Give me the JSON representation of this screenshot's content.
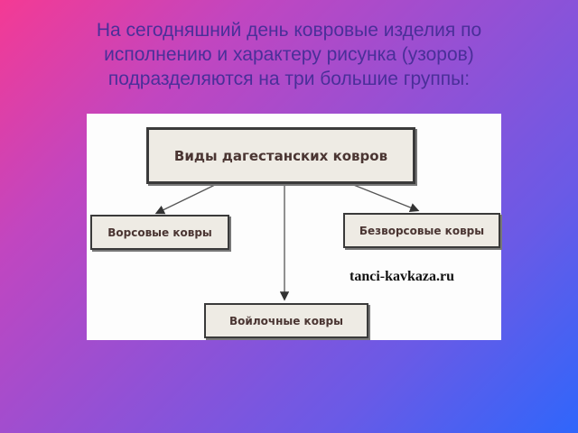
{
  "slide": {
    "title_lines": [
      "На сегодняшний день ковровые изделия по",
      "исполнению и характеру рисунка (узоров)",
      "подразделяются на три большие группы:"
    ],
    "colors": {
      "title_text": "#4a2f99",
      "gradient_start": "#f43a94",
      "gradient_end": "#2f66fb"
    }
  },
  "diagram": {
    "root": "Виды дагестанских ковров",
    "children": [
      {
        "label": "Ворсовые ковры",
        "position": "left"
      },
      {
        "label": "Безворсовые ковры",
        "position": "right"
      },
      {
        "label": "Войлочные ковры",
        "position": "bottom"
      }
    ],
    "watermark": "tanci-kavkaza.ru",
    "colors": {
      "box_fill": "#eeebe4",
      "box_border": "#3a3a3a",
      "box_text": "#4a3532"
    }
  }
}
